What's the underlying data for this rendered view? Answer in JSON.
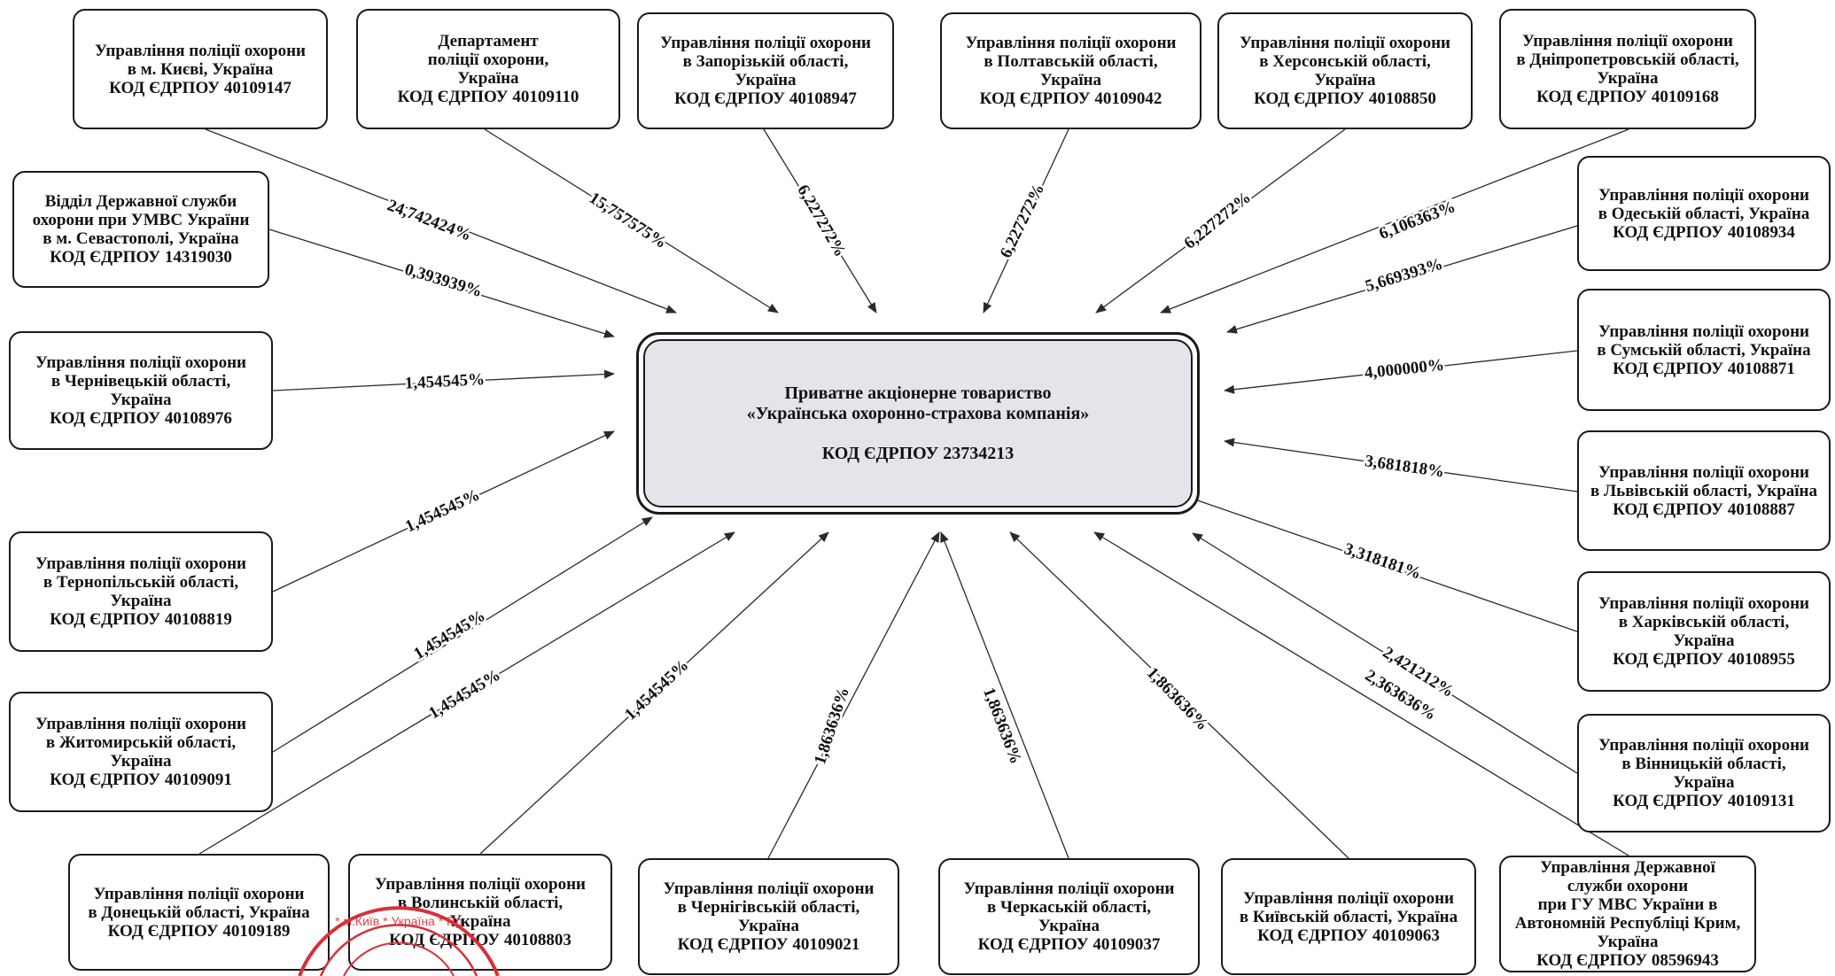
{
  "center": {
    "lines": [
      "Приватне акціонерне товариство",
      "«Українська охоронно-страхова компанія»"
    ],
    "code": "КОД ЄДРПОУ 23734213"
  },
  "shareholders": [
    {
      "id": "kyiv-city",
      "lines": [
        "Управління поліції охорони",
        "в м. Києві, Україна",
        "КОД ЄДРПОУ 40109147"
      ],
      "share": "24,742424%"
    },
    {
      "id": "department",
      "lines": [
        "Департамент",
        "поліції охорони,",
        "Україна",
        "КОД ЄДРПОУ 40109110"
      ],
      "share": "15,757575%"
    },
    {
      "id": "zaporizhzhia",
      "lines": [
        "Управління поліції охорони",
        "в Запорізькій області,",
        "Україна",
        "КОД ЄДРПОУ 40108947"
      ],
      "share": "6,227272%"
    },
    {
      "id": "poltava",
      "lines": [
        "Управління поліції охорони",
        "в Полтавській області,",
        "Україна",
        "КОД ЄДРПОУ 40109042"
      ],
      "share": "6,227272%"
    },
    {
      "id": "kherson",
      "lines": [
        "Управління поліції охорони",
        "в Херсонській області,",
        "Україна",
        "КОД ЄДРПОУ 40108850"
      ],
      "share": "6,227272%"
    },
    {
      "id": "dnipro",
      "lines": [
        "Управління поліції охорони",
        "в Дніпропетровській області,",
        "Україна",
        "КОД ЄДРПОУ 40109168"
      ],
      "share": "6,106363%"
    },
    {
      "id": "sevastopol",
      "lines": [
        "Відділ Державної служби",
        "охорони при УМВС України",
        "в м. Севастополі, Україна",
        "КОД ЄДРПОУ 14319030"
      ],
      "share": "0,393939%"
    },
    {
      "id": "odesa",
      "lines": [
        "Управління поліції охорони",
        "в Одеській області, Україна",
        "КОД ЄДРПОУ 40108934"
      ],
      "share": "5,669393%"
    },
    {
      "id": "chernivtsi",
      "lines": [
        "Управління поліції охорони",
        "в Чернівецькій області,",
        "Україна",
        "КОД ЄДРПОУ 40108976"
      ],
      "share": "1,454545%"
    },
    {
      "id": "sumy",
      "lines": [
        "Управління поліції охорони",
        "в Сумській області, Україна",
        "КОД ЄДРПОУ 40108871"
      ],
      "share": "4,000000%"
    },
    {
      "id": "lviv",
      "lines": [
        "Управління поліції охорони",
        "в Львівській області, Україна",
        "КОД ЄДРПОУ 40108887"
      ],
      "share": "3,681818%"
    },
    {
      "id": "ternopil",
      "lines": [
        "Управління поліції охорони",
        "в Тернопільській області,",
        "Україна",
        "КОД ЄДРПОУ 40108819"
      ],
      "share": "1,454545%"
    },
    {
      "id": "kharkiv",
      "lines": [
        "Управління поліції охорони",
        "в Харківській області,",
        "Україна",
        "КОД ЄДРПОУ 40108955"
      ],
      "share": "3,318181%"
    },
    {
      "id": "zhytomyr",
      "lines": [
        "Управління поліції охорони",
        "в Житомирській області,",
        "Україна",
        "КОД ЄДРПОУ 40109091"
      ],
      "share": "1,454545%"
    },
    {
      "id": "vinnytsia",
      "lines": [
        "Управління поліції охорони",
        "в Вінницькій області,",
        "Україна",
        "КОД ЄДРПОУ 40109131"
      ],
      "share": "2,421212%"
    },
    {
      "id": "donetsk",
      "lines": [
        "Управління поліції охорони",
        "в Донецькій області, Україна",
        "КОД ЄДРПОУ 40109189"
      ],
      "share": "1,454545%"
    },
    {
      "id": "volyn",
      "lines": [
        "Управління поліції охорони",
        "в Волинській області,",
        "Україна",
        "КОД ЄДРПОУ 40108803"
      ],
      "share": "1,454545%"
    },
    {
      "id": "chernihiv",
      "lines": [
        "Управління поліції охорони",
        "в Чернігівській області,",
        "Україна",
        "КОД ЄДРПОУ 40109021"
      ],
      "share": "1,863636%"
    },
    {
      "id": "cherkasy",
      "lines": [
        "Управління поліції охорони",
        "в Черкаській області,",
        "Україна",
        "КОД ЄДРПОУ 40109037"
      ],
      "share": "1,863636%"
    },
    {
      "id": "kyiv-region",
      "lines": [
        "Управління поліції охорони",
        "в Київській області, Україна",
        "КОД ЄДРПОУ 40109063"
      ],
      "share": "1,863636%"
    },
    {
      "id": "crimea",
      "lines": [
        "Управління Державної",
        "служби охорони",
        "при ГУ МВС України в",
        "Автономній Республіці Крим,",
        "Україна",
        "КОД ЄДРПОУ 08596943"
      ],
      "share": "2,363636%"
    }
  ],
  "stamp": {
    "text": "м.Київ * Україна * Приватне ... компанія"
  },
  "colors": {
    "line": "#2a2a2a",
    "center_fill": "#e4e4ea",
    "stamp": "#d8303a"
  }
}
